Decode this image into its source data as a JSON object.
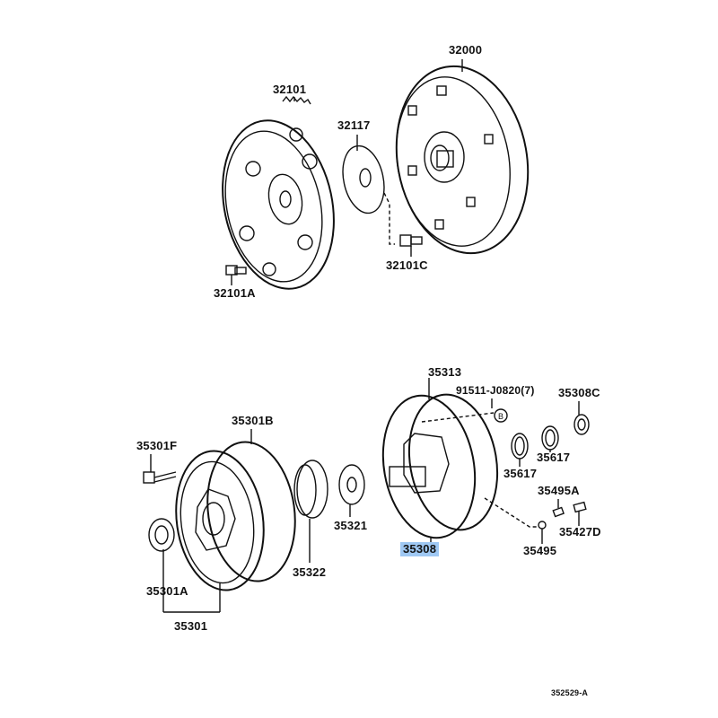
{
  "labels": {
    "p32000": "32000",
    "p32101": "32101",
    "p32117": "32117",
    "p32101C": "32101C",
    "p32101A": "32101A",
    "p35313": "35313",
    "p91511": "91511-J0820(7)",
    "p35308C": "35308C",
    "p35301B": "35301B",
    "p35301F": "35301F",
    "p35617a": "35617",
    "p35617b": "35617",
    "p35495A": "35495A",
    "p35321": "35321",
    "p35427D": "35427D",
    "p35308": "35308",
    "p35495": "35495",
    "p35322": "35322",
    "p35301A": "35301A",
    "p35301": "35301",
    "callout_b": "B",
    "diagram_id": "352529-A"
  },
  "highlight_color": "#9fc8f3"
}
